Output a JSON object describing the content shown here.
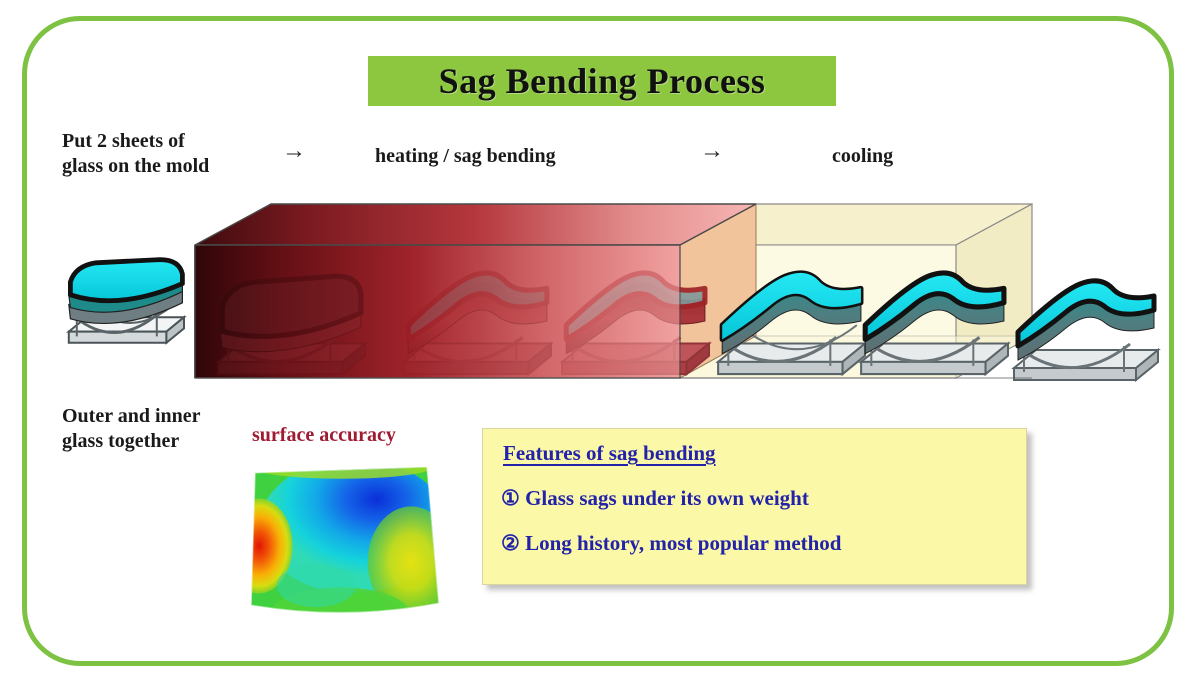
{
  "theme": {
    "frame_color": "#7DC242",
    "banner_color": "#8DC63F",
    "heading_text_color": "#111111",
    "features_bg": "#FBF8A8",
    "features_text_color": "#2222AA",
    "surface_label_color": "#9E1B32",
    "furnace_hot_color": "#3A0A0D",
    "furnace_warm_color": "#EE9A9A",
    "cooling_color": "#FAF6D2",
    "transition_color": "#F0C8A0",
    "glass_cyan": "#14E0EE",
    "glass_teal": "#1F8A8A",
    "mold_gray": "#C9CCCE"
  },
  "title": {
    "text": "Sag Bending Process"
  },
  "stages": {
    "step1": "Put 2 sheets of\nglass on the mold",
    "step1_line1": "Put 2 sheets of",
    "step1_line2": "glass on the mold",
    "arrow1": "→",
    "step2": "heating / sag bending",
    "arrow2": "→",
    "step3": "cooling"
  },
  "labels": {
    "outer_inner_line1": "Outer and inner",
    "outer_inner_line2": "glass together",
    "surface_accuracy": "surface accuracy"
  },
  "features": {
    "heading": "Features of sag bending",
    "items": [
      "① Glass sags under its own weight",
      "② Long history, most popular method"
    ]
  },
  "chart_data": {
    "type": "heatmap",
    "title": "surface accuracy",
    "description": "Contour map of glass surface deviation on a trapezoidal windshield outline",
    "colorscale": [
      "#0000CC",
      "#00A2E8",
      "#00E0C8",
      "#3FD13F",
      "#BFE000",
      "#FFE800",
      "#FF8C00",
      "#E81000"
    ],
    "regions": [
      {
        "zone": "center",
        "color": "#0B2FD0",
        "level": "lowest deviation"
      },
      {
        "zone": "upper-mid",
        "color": "#00A2E8",
        "level": "low"
      },
      {
        "zone": "mid-lower",
        "color": "#00E0C8",
        "level": "low-mid"
      },
      {
        "zone": "edges",
        "color": "#3FD13F",
        "level": "mid"
      },
      {
        "zone": "right-edge",
        "color": "#E8E000",
        "level": "high"
      },
      {
        "zone": "left-edge",
        "color": "#E81000",
        "level": "highest deviation"
      }
    ]
  },
  "scene": {
    "heating_zone_label": "heating / sag bending furnace",
    "cooling_zone_label": "cooling chamber",
    "mold_count_heating": 3,
    "mold_count_cooling": 3,
    "mold_count_outside_left": 1,
    "mold_count_outside_right": 1
  }
}
